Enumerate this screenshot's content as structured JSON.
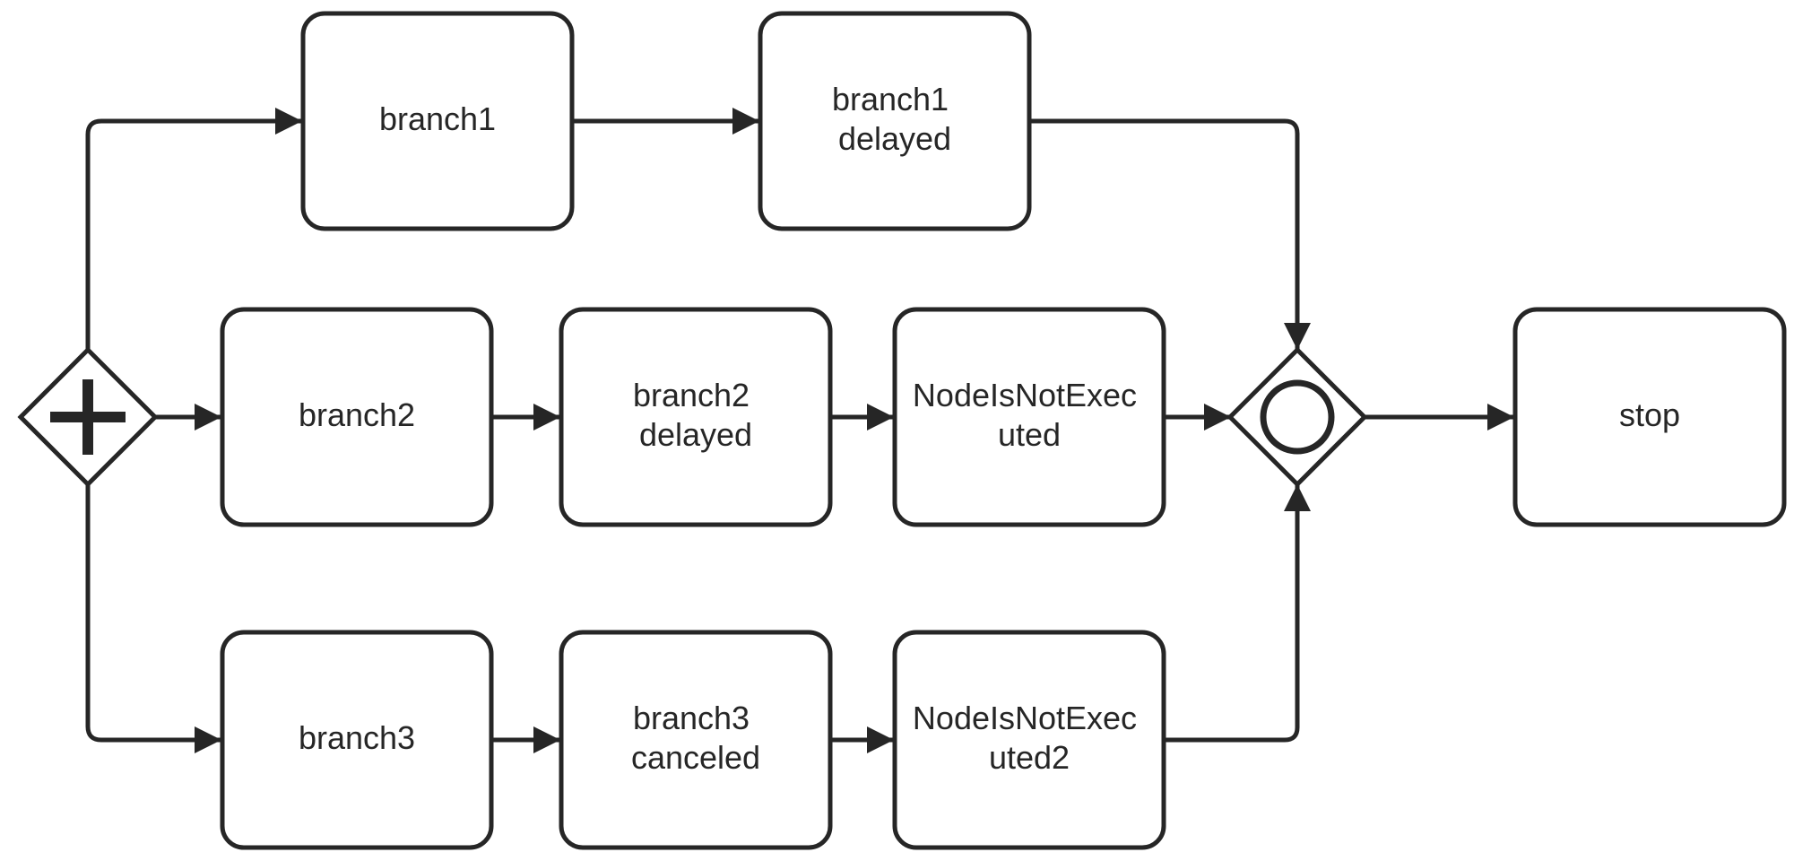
{
  "diagram": {
    "colors": {
      "stroke": "#262626",
      "fill": "#ffffff"
    },
    "gateways": {
      "split": {
        "type": "parallel",
        "icon": "plus-icon"
      },
      "join": {
        "type": "inclusive",
        "icon": "circle-icon"
      }
    },
    "tasks": {
      "branch1": {
        "lines": [
          "branch1"
        ]
      },
      "branch1_delayed": {
        "lines": [
          "branch1",
          "delayed"
        ]
      },
      "branch2": {
        "lines": [
          "branch2"
        ]
      },
      "branch2_delayed": {
        "lines": [
          "branch2",
          "delayed"
        ]
      },
      "node_not_executed": {
        "lines": [
          "NodeIsNotExec",
          "uted"
        ]
      },
      "branch3": {
        "lines": [
          "branch3"
        ]
      },
      "branch3_canceled": {
        "lines": [
          "branch3",
          "canceled"
        ]
      },
      "node_not_executed2": {
        "lines": [
          "NodeIsNotExec",
          "uted2"
        ]
      },
      "stop": {
        "lines": [
          "stop"
        ]
      }
    }
  }
}
